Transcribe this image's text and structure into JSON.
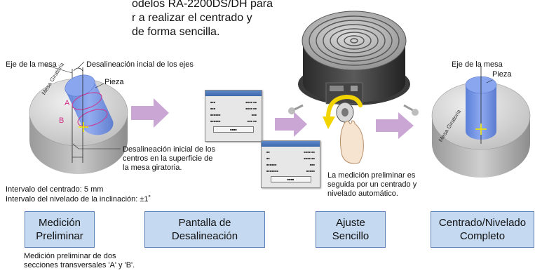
{
  "intro": {
    "line1": "odelos RA-2200DS/DH para",
    "line2": "r a realizar el centrado y",
    "line3": "de forma sencilla."
  },
  "left_diagram": {
    "table_axis_label": "Eje de la mesa",
    "initial_misalignment_label": "Desalineación incial de los ejes",
    "workpiece_label": "Pieza",
    "table_label": "Mesa Giratoria",
    "section_a": "A",
    "section_b": "B",
    "surface_misalignment_label": "Desalineación inicial de los\ncentros en la superficie de\nla mesa giratoria.",
    "centering_interval": "Intervalo del centrado:  5 mm",
    "leveling_interval": "Intervalo del nivelado de la inclinación:  ±1˚"
  },
  "right_diagram": {
    "table_axis_label": "Eje de la mesa",
    "workpiece_label": "Pieza",
    "table_label": "Mesa Giratoria"
  },
  "instrument_note": "La medición preliminar es\nseguida por un centrado y\nnivelado automático.",
  "stages": [
    {
      "label": "Medición\nPreliminar"
    },
    {
      "label": "Pantalla de Desalineación"
    },
    {
      "label": "Ajuste\nSencillo"
    },
    {
      "label": "Centrado/Nivelado\nCompleto"
    }
  ],
  "footnote": "Medición preliminar de dos\nsecciones transversales 'A' y 'B'.",
  "colors": {
    "stage_fill": "#c5d9f0",
    "stage_border": "#5b7fb5",
    "arrow": "#c9a6d4",
    "table_gray": "#c8c8c8",
    "workpiece_blue": "#6f8fe0",
    "marker_yellow": "#f2e600",
    "section_magenta": "#d0308a"
  }
}
